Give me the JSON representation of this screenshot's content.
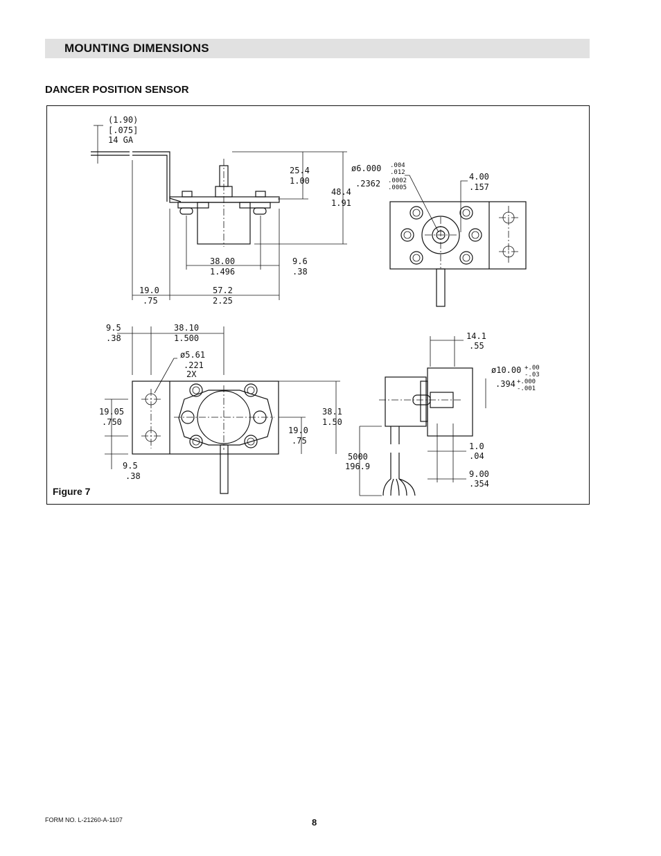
{
  "header": {
    "section_title": "MOUNTING DIMENSIONS",
    "sub_title": "DANCER POSITION SENSOR"
  },
  "figure": {
    "label": "Figure 7",
    "side_view": {
      "gauge": [
        "(1.90)",
        "[.075]",
        "14 GA"
      ],
      "height_to_shaft": [
        "25.4",
        "1.00"
      ],
      "overall_height": [
        "48.4",
        "1.91"
      ],
      "hole_spacing": [
        "38.00",
        "1.496"
      ],
      "right_offset": [
        "9.6",
        ".38"
      ],
      "left_offset": [
        "19.0",
        ".75"
      ],
      "overall_width": [
        "57.2",
        "2.25"
      ]
    },
    "top_right_view": {
      "shaft_dia": [
        "ø6.000",
        ".004",
        ".012"
      ],
      "shaft_dia_in": [
        ".2362",
        ".0002",
        ".0005"
      ],
      "shaft_offset": [
        "4.00",
        ".157"
      ]
    },
    "bottom_left_view": {
      "left_edge": [
        "9.5",
        ".38"
      ],
      "mount_spacing": [
        "38.10",
        "1.500"
      ],
      "hole_dia": [
        "ø5.61",
        ".221",
        "2X"
      ],
      "hole_vertical": [
        "19.05",
        ".750"
      ],
      "bottom_edge": [
        "9.5",
        ".38"
      ],
      "center_height": [
        "19.0",
        ".75"
      ],
      "body_height": [
        "38.1",
        "1.50"
      ]
    },
    "bottom_right_view": {
      "body_depth": [
        "14.1",
        ".55"
      ],
      "hub_dia": [
        "ø10.00",
        "+.00",
        "-.03"
      ],
      "hub_dia_in": [
        ".394",
        "+.000",
        "-.001"
      ],
      "flange": [
        "1.0",
        ".04"
      ],
      "hub_length": [
        "9.00",
        ".354"
      ],
      "cable_length": [
        "5000",
        "196.9"
      ]
    }
  },
  "footer": {
    "form_no": "FORM NO. L-21260-A-1107",
    "page": "8"
  }
}
